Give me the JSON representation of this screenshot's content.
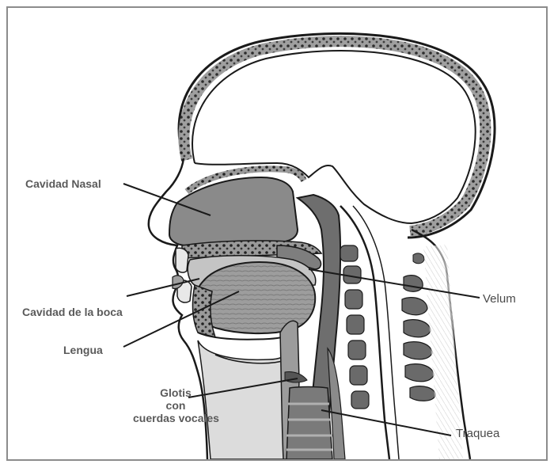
{
  "labels": {
    "nasal_cavity": "Cavidad Nasal",
    "mouth_cavity": "Cavidad de la boca",
    "tongue": "Lengua",
    "glottis_line1": "Glotis",
    "glottis_line2": "con",
    "glottis_line3": "cuerdas vocales",
    "velum": "Velum",
    "trachea": "Traquea"
  },
  "colors": {
    "tissue_dark": "#5f5f5f",
    "tissue_mid": "#8e8e8e",
    "tissue_light": "#bdbdbd",
    "outline": "#1a1a1a",
    "label_text": "#5a5a5a"
  }
}
